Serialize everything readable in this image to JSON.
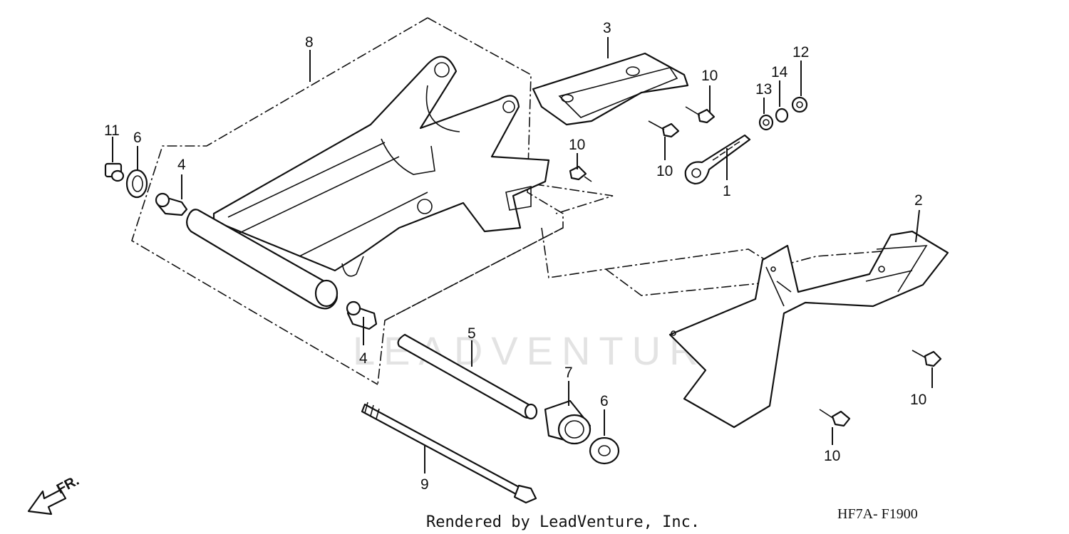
{
  "callouts": {
    "c1": "1",
    "c2": "2",
    "c3": "3",
    "c4a": "4",
    "c4b": "4",
    "c5": "5",
    "c6a": "6",
    "c6b": "6",
    "c7": "7",
    "c8": "8",
    "c9": "9",
    "c10a": "10",
    "c10b": "10",
    "c10c": "10",
    "c10d": "10",
    "c10e": "10",
    "c11": "11",
    "c12": "12",
    "c13": "13",
    "c14": "14"
  },
  "watermark": "LEADVENTURE",
  "credit": "Rendered by LeadVenture, Inc.",
  "diagram_code": "HF7A- F1900",
  "direction_label": "FR."
}
